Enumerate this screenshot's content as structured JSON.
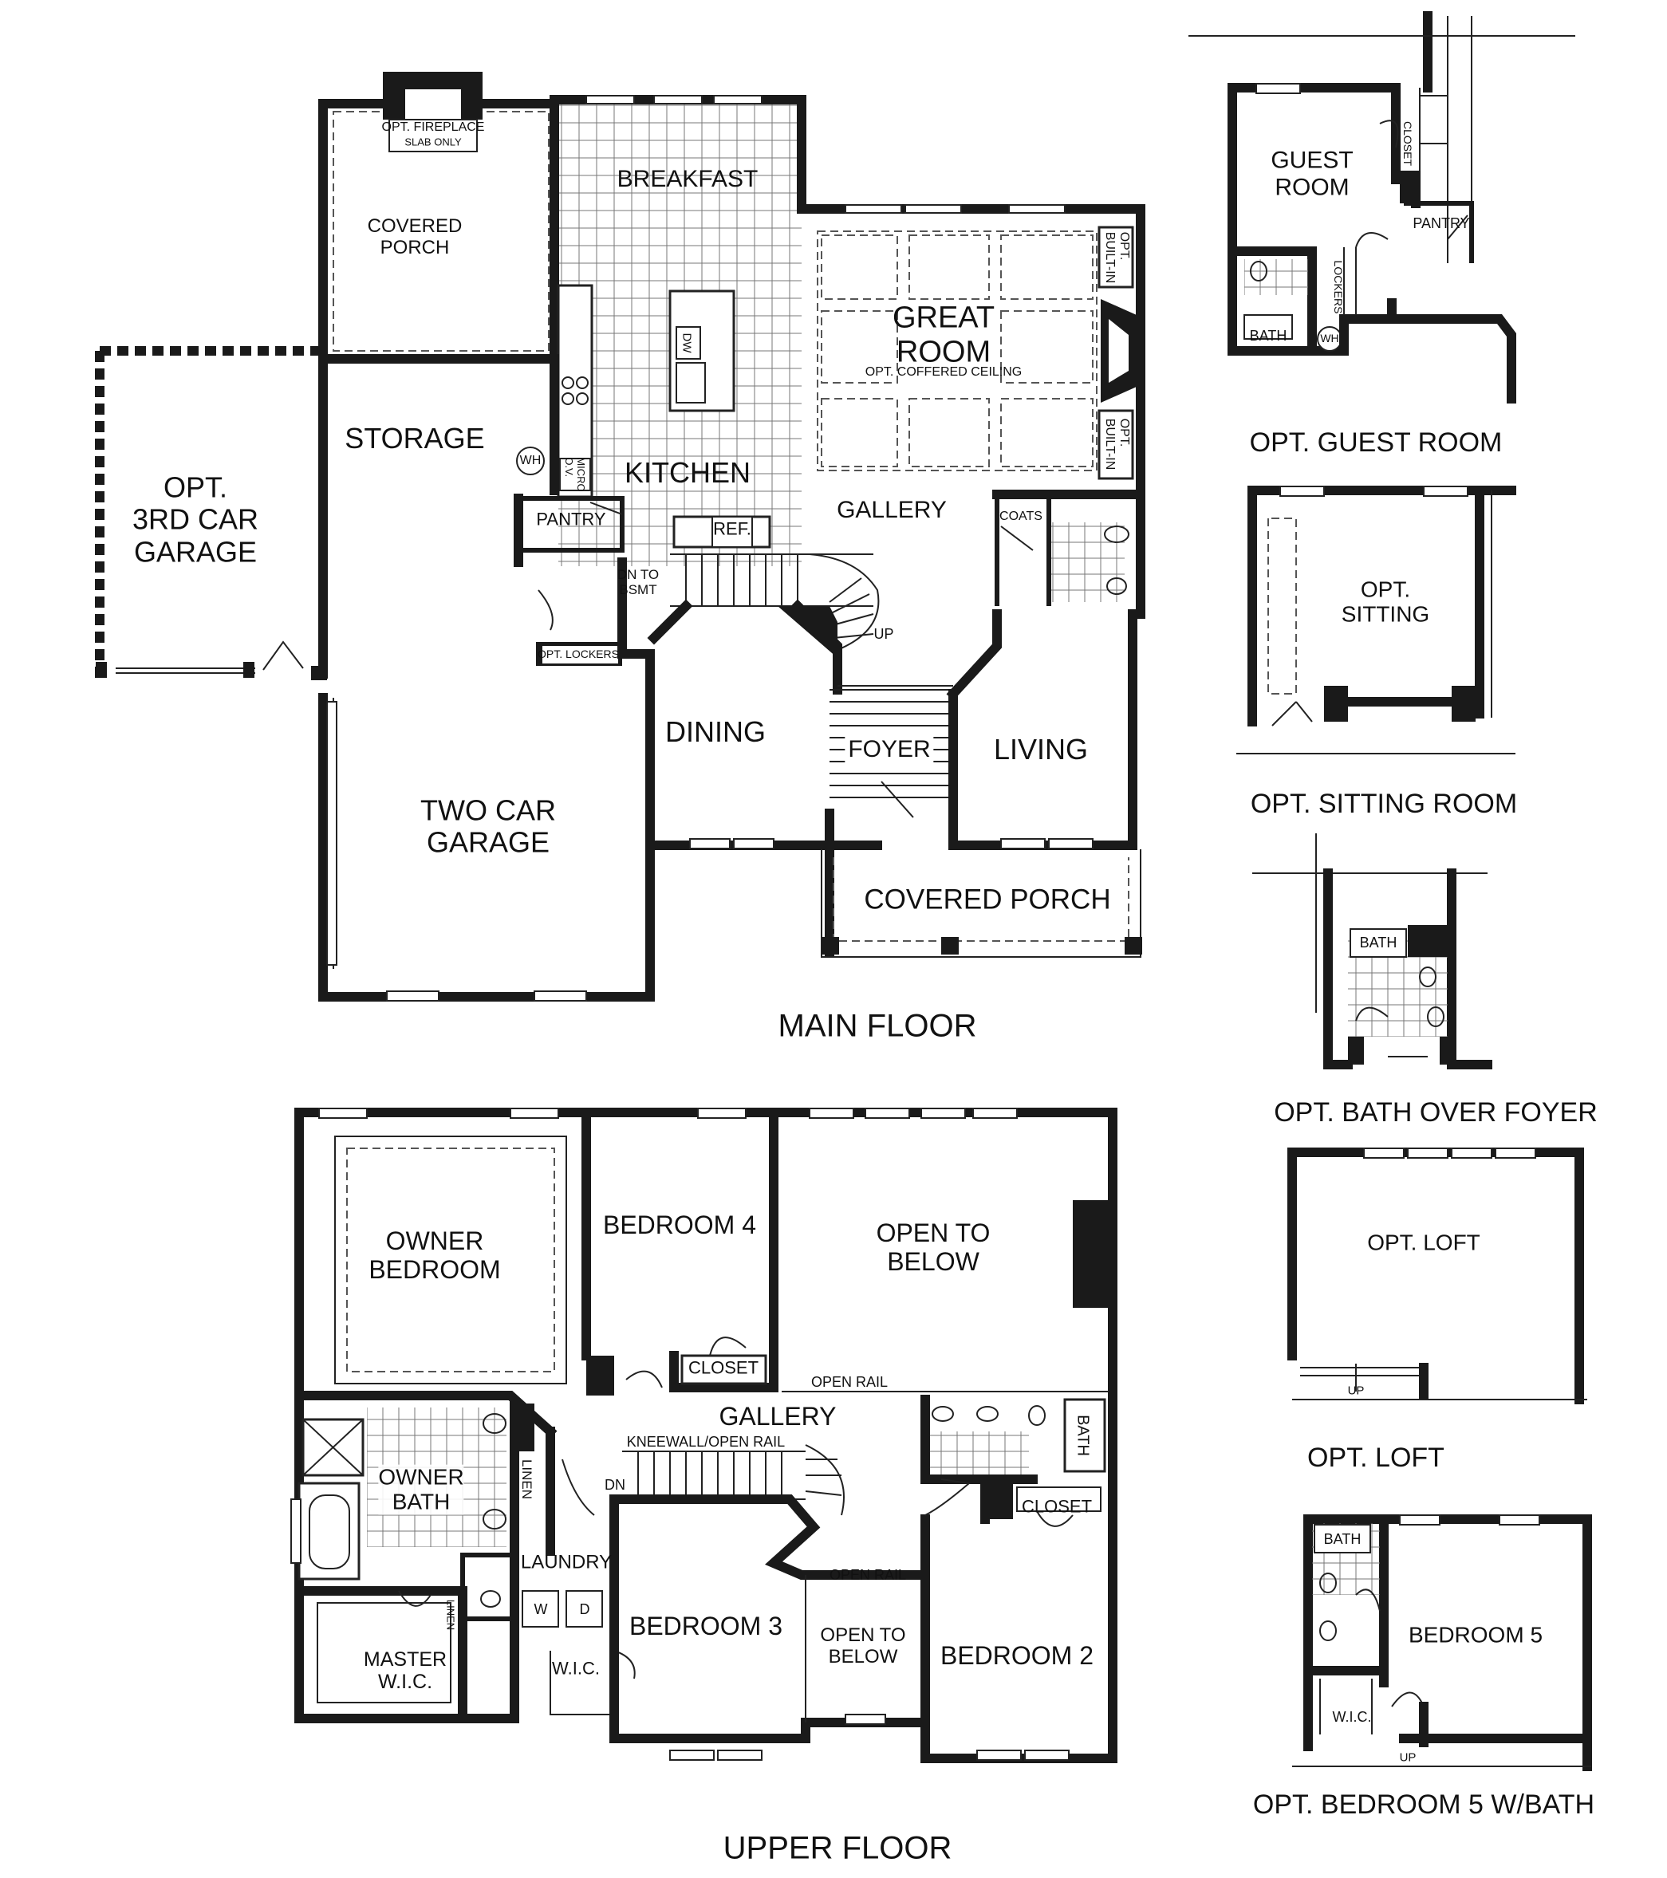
{
  "main_floor": {
    "title": "MAIN FLOOR",
    "rooms": {
      "covered_porch_back": "COVERED\nPORCH",
      "opt_fireplace": "OPT. FIREPLACE",
      "slab_only": "SLAB ONLY",
      "breakfast": "BREAKFAST",
      "great_room": "GREAT\nROOM",
      "opt_coffered_ceiling": "OPT. COFFERED CEILING",
      "opt_built_in_1": "OPT.\nBUILT-IN",
      "opt_built_in_2": "OPT.\nBUILT-IN",
      "storage": "STORAGE",
      "wh": "WH",
      "micro_ov": "MICRO\nO.V.",
      "kitchen": "KITCHEN",
      "dw": "DW",
      "pantry": "PANTRY",
      "ref": "REF.",
      "gallery": "GALLERY",
      "coats": "COATS",
      "dn_to_bsmt": "DN TO\nBSMT",
      "up": "UP",
      "opt_lockers": "OPT. LOCKERS",
      "opt_3rd_car_garage": "OPT.\n3RD CAR\nGARAGE",
      "dining": "DINING",
      "foyer": "FOYER",
      "living": "LIVING",
      "two_car_garage": "TWO CAR\nGARAGE",
      "covered_porch_front": "COVERED PORCH"
    }
  },
  "upper_floor": {
    "title": "UPPER FLOOR",
    "rooms": {
      "owner_bedroom": "OWNER\nBEDROOM",
      "bedroom_4": "BEDROOM 4",
      "open_to_below_1": "OPEN TO\nBELOW",
      "closet_1": "CLOSET",
      "open_rail_1": "OPEN RAIL",
      "gallery": "GALLERY",
      "kneewall": "KNEEWALL/OPEN RAIL",
      "dn": "DN",
      "owner_bath": "OWNER\nBATH",
      "linen_1": "LINEN",
      "bath": "BATH",
      "closet_2": "CLOSET",
      "laundry": "LAUNDRY",
      "w": "W",
      "d": "D",
      "open_rail_2": "OPEN RAIL",
      "linen_2": "LINEN",
      "bedroom_3": "BEDROOM 3",
      "open_to_below_2": "OPEN TO\nBELOW",
      "bedroom_2": "BEDROOM 2",
      "master_wic": "MASTER\nW.I.C.",
      "wic": "W.I.C."
    }
  },
  "options": {
    "guest_room": {
      "caption": "OPT. GUEST ROOM",
      "room": "GUEST\nROOM",
      "closet": "CLOSET",
      "pantry": "PANTRY",
      "lockers": "LOCKERS",
      "bath": "BATH",
      "wh": "WH"
    },
    "sitting_room": {
      "caption": "OPT. SITTING ROOM",
      "room": "OPT.\nSITTING"
    },
    "bath_over_foyer": {
      "caption": "OPT. BATH OVER FOYER",
      "bath": "BATH"
    },
    "loft": {
      "caption": "OPT. LOFT",
      "room": "OPT. LOFT",
      "up": "UP"
    },
    "bedroom_5": {
      "caption": "OPT. BEDROOM 5 W/BATH",
      "room": "BEDROOM 5",
      "bath": "BATH",
      "wic": "W.I.C.",
      "up": "UP"
    }
  }
}
